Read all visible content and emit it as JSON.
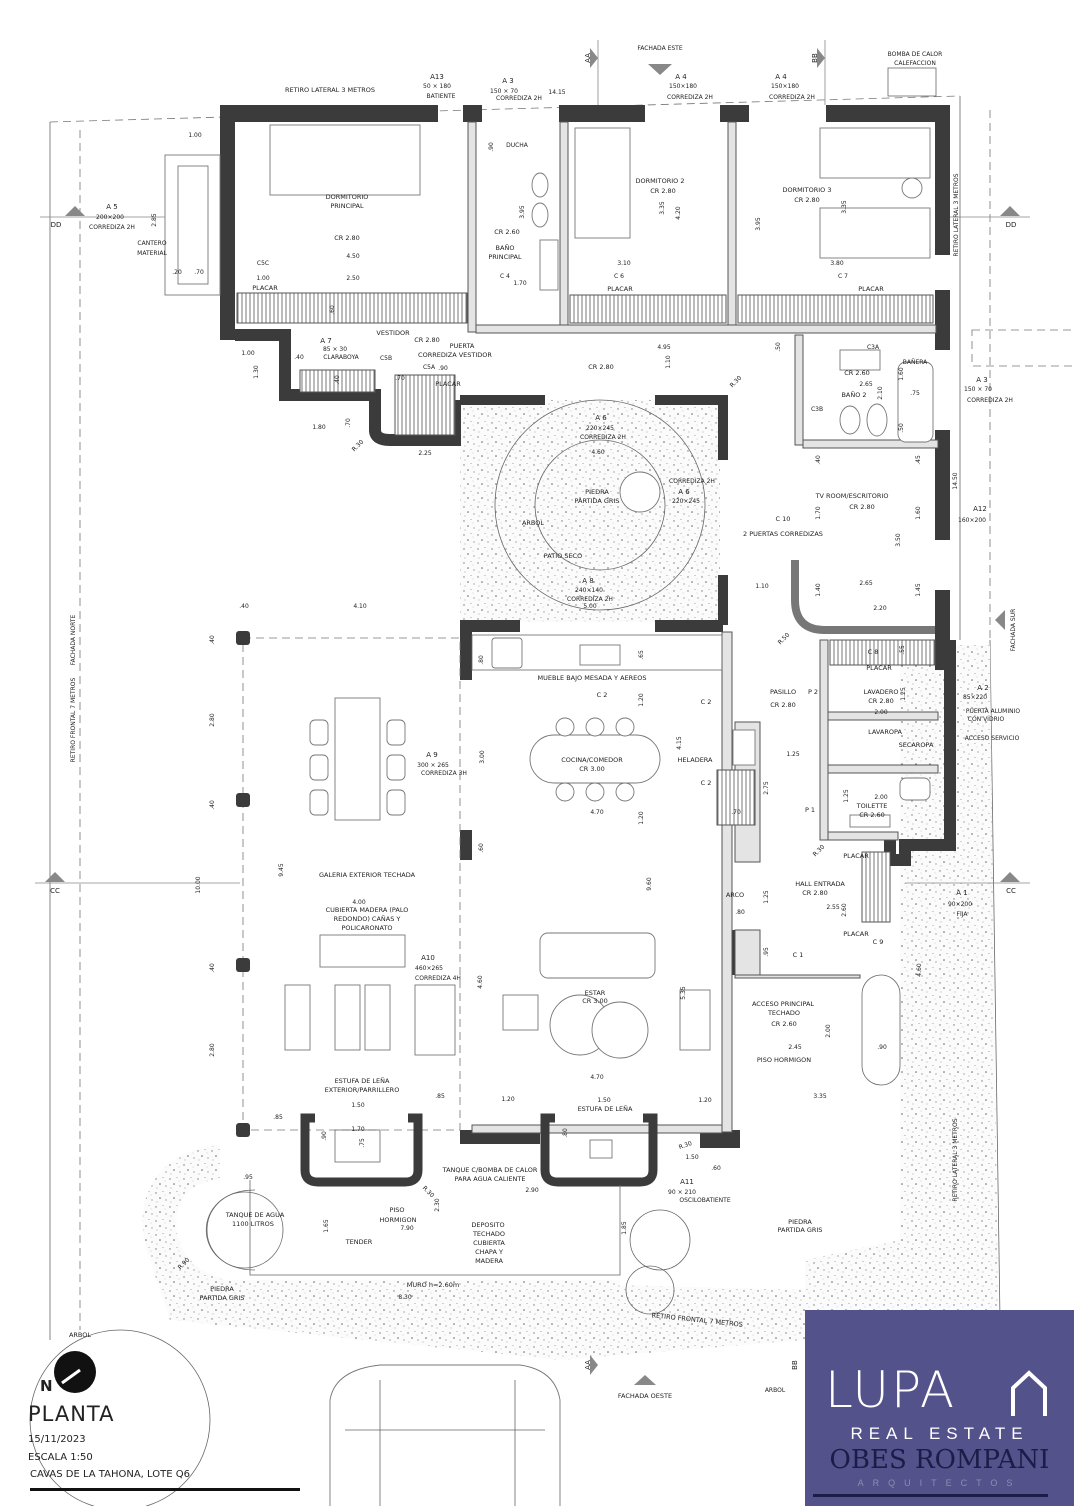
{
  "title_block": {
    "north": "N",
    "title": "PLANTA",
    "date": "15/11/2023",
    "scale": "ESCALA 1:50",
    "location": "CAVAS DE LA TAHONA, LOTE Q6"
  },
  "logo": {
    "brand": "LUPA",
    "tagline": "REAL ESTATE",
    "firm": "OBES ROMPANI",
    "firm_sub": "ARQUITECTOS",
    "bg_color": "#54528a"
  },
  "labels": {
    "retiro_lat_top": "RETIRO LATERAL 3 METROS",
    "a13": "A13",
    "a13_size": "50 × 180",
    "a13_type": "BATIENTE",
    "a3_top": "A 3",
    "a3_top_size": "150 × 70",
    "a3_top_type": "CORREDIZA 2H",
    "dim_1415": "14.15",
    "fachada_este": "FACHADA ESTE",
    "a4_1": "A 4",
    "a4_1_size": "150×180",
    "a4_1_type": "CORREDIZA 2H",
    "a4_2": "A 4",
    "a4_2_size": "150×180",
    "a4_2_type": "CORREDIZA 2H",
    "bomba_1": "BOMBA DE CALOR",
    "bomba_2": "CALEFACCION",
    "aa_top": "AA",
    "bb_top": "BB",
    "aa_bot": "AA",
    "bb_bot": "BB",
    "dd_left": "DD",
    "dd_right": "DD",
    "cc_left": "CC",
    "cc_right": "CC",
    "a5": "A 5",
    "a5_size": "200×200",
    "a5_type": "CORREDIZA 2H",
    "cantero_1": "CANTERO",
    "cantero_2": "MATERIAL",
    "d285": "2.85",
    "d100a": "1.00",
    "d20": ".20",
    "d70a": ".70",
    "dorm_p_1": "DORMITORIO",
    "dorm_p_2": "PRINCIPAL",
    "dorm_p_cr": "CR 2.80",
    "d450": "4.50",
    "d100b": "1.00",
    "d250": "2.50",
    "placar_1": "PLACAR",
    "c5c": "C5C",
    "d60a": ".60",
    "ducha": "DUCHA",
    "d90a": ".90",
    "bano_p_cr": "CR 2.60",
    "bano_p_1": "BAÑO",
    "bano_p_2": "PRINCIPAL",
    "d170a": "1.70",
    "c4": "C 4",
    "d395a": "3.95",
    "dorm2": "DORMITORIO 2",
    "dorm2_cr": "CR 2.80",
    "d310": "3.10",
    "placar_2": "PLACAR",
    "c6": "C 6",
    "d335a": "3.35",
    "d420": "4.20",
    "dorm3": "DORMITORIO 3",
    "dorm3_cr": "CR 2.80",
    "d380": "3.80",
    "placar_3": "PLACAR",
    "c7": "C 7",
    "d395b": "3.95",
    "d335b": "3.35",
    "vestidor": "VESTIDOR",
    "vest_cr": "CR 2.80",
    "puerta": "PUERTA",
    "puerta_corr": "CORREDIZA VESTIDOR",
    "a7": "A 7",
    "a7_size": "85 × 30",
    "claraboya": "CLARABOYA",
    "c5b": "C5B",
    "c5a": "C5A",
    "placar_4": "PLACAR",
    "d100c": "1.00",
    "d130a": "1.30",
    "d180": "1.80",
    "d225": "2.25",
    "d70b": ".70",
    "r30a": "R.30",
    "d40a": ".40",
    "d40b": ".40",
    "d70c": ".70",
    "d90b": ".90",
    "corr_cr": "CR 2.80",
    "d495": "4.95",
    "d110a": "1.10",
    "d50a": ".50",
    "r30b": "R.30",
    "c3a": "C3A",
    "banera": "BAÑERA",
    "bano2_cr": "CR 2.60",
    "d265a": "2.65",
    "bano2": "BAÑO 2",
    "c3b": "C3B",
    "d210": "2.10",
    "d160a": "1.60",
    "d75a": ".75",
    "d50b": ".50",
    "a3_side": "A 3",
    "a3_side_size": "150 × 70",
    "a3_side_type": "CORREDIZA 2H",
    "tv_room": "TV ROOM/ESCRITORIO",
    "tv_cr": "CR 2.80",
    "c10": "C 10",
    "dos_puertas": "2 PUERTAS CORREDIZAS",
    "d170b": "1.70",
    "d160b": "1.60",
    "d350": "3.50",
    "d265b": "2.65",
    "d140": "1.40",
    "d145": "1.45",
    "d220": "2.20",
    "d110b": "1.10",
    "d40c": ".40",
    "d45": ".45",
    "r50": "R.50",
    "d1450": "14.50",
    "a12": "A12",
    "a12_size": "160×200",
    "retiro_lat_right": "RETIRO LATERAL 3 METROS",
    "retiro_lat_right2": "RETIRO LATERAL 3 METROS",
    "a6_1": "A 6",
    "a6_1_size": "220×245",
    "a6_1_type": "CORREDIZA 2H",
    "d460a": "4.60",
    "piedra_1": "PIEDRA",
    "piedra_2": "PARTIDA GRIS",
    "arbol_1": "ARBOL",
    "patio_seco": "PATIO SECO",
    "a6_2_type": "CORREDIZA 2H",
    "a6_2": "A 6",
    "a6_2_size": "220×245",
    "a8": "A 8",
    "a8_size": "240×140",
    "a8_type": "CORREDIZA 2H",
    "d500": "5.00",
    "d40d": ".40",
    "d410": "4.10",
    "fachada_norte": "FACHADA NORTE",
    "retiro_frontal_left": "RETIRO FRONTAL 7 METROS",
    "d280a": "2.80",
    "d40e": ".40",
    "d40f": ".40",
    "d40g": ".40",
    "d280b": "2.80",
    "d1000": "10.00",
    "d945": "9.45",
    "galeria": "GALERIA EXTERIOR TECHADA",
    "d400": "4.00",
    "cubierta_1": "CUBIERTA MADERA (PALO",
    "cubierta_2": "REDONDO) CAÑAS Y",
    "cubierta_3": "POLICARONATO",
    "a9": "A 9",
    "a9_size": "300 × 265",
    "a9_type": "CORREDIZA 3H",
    "a10": "A10",
    "a10_size": "460×265",
    "a10_type": "CORREDIZA 4H",
    "mueble": "MUEBLE BAJO MESADA Y AEREOS",
    "c2a": "C 2",
    "c2b": "C 2",
    "c2c": "C 2",
    "d120a": "1.20",
    "d300": "3.00",
    "cocina": "COCINA/COMEDOR",
    "cocina_cr": "CR 3.00",
    "d415": "4.15",
    "heladera": "HELADERA",
    "d470a": "4.70",
    "d120b": "1.20",
    "d60b": ".60",
    "d80a": ".80",
    "d65": ".65",
    "d960": "9.60",
    "arco": "ARCO",
    "d80b": ".80",
    "estar": "ESTAR",
    "estar_cr": "CR 3.00",
    "d460b": "4.60",
    "d535": "5.35",
    "d470b": "4.70",
    "pasillo": "PASILLO",
    "pasillo_cr": "CR 2.80",
    "p2": "P 2",
    "lavadero": "LAVADERO",
    "lavadero_cr": "CR 2.80",
    "d200a": "2.00",
    "d125a": "1.25",
    "placar_5": "PLACAR",
    "c8": "C 8",
    "d55": ".55",
    "lavaropa": "LAVAROPA",
    "secaropa": "SECAROPA",
    "d125b": "1.25",
    "d275": "2.75",
    "d70d": ".70",
    "p1": "P 1",
    "d125c": "1.25",
    "d200b": "2.00",
    "toilette": "TOILETTE",
    "toilette_cr": "CR 2.60",
    "r30c": "R.30",
    "placar_6": "PLACAR",
    "a2": "A 2",
    "a2_size": "85×220",
    "a2_t1": "PUERTA ALUMINIO",
    "a2_t2": "CON VIDRIO",
    "acceso_servicio": "ACCESO SERVICIO",
    "fachada_sur": "FACHADA SUR",
    "hall": "HALL ENTRADA",
    "hall_cr": "CR 2.80",
    "d125d": "1.25",
    "d255": "2.55",
    "d260": "2.60",
    "placar_7": "PLACAR",
    "c9": "C 9",
    "c1": "C 1",
    "d95a": ".95",
    "a1": "A 1",
    "a1_size": "90×200",
    "a1_type": "FIJA",
    "acceso_1": "ACCESO PRINCIPAL",
    "acceso_2": "TECHADO",
    "acceso_cr": "CR 2.60",
    "d200c": "2.00",
    "d245": "2.45",
    "piso_horm_1": "PISO HORMIGON",
    "d90c": ".90",
    "d460c": "4.60",
    "d335c": "3.35",
    "estufa_ext_1": "ESTUFA DE LEÑA",
    "estufa_ext_2": "EXTERIOR/PARRILLERO",
    "d150a": "1.50",
    "d85a": ".85",
    "d85b": ".85",
    "d170c": "1.70",
    "d90d": ".90",
    "d75b": ".75",
    "d95b": ".95",
    "d120c": "1.20",
    "d150b": "1.50",
    "d120d": "1.20",
    "estufa": "ESTUFA DE LEÑA",
    "d80c": ".80",
    "tanque_bomba_1": "TANQUE C/BOMBA DE CALOR",
    "tanque_bomba_2": "PARA AGUA CALIENTE",
    "d290": "2.90",
    "r30d": "R.30",
    "r30e": "R.30",
    "d150c": "1.50",
    "d60c": ".60",
    "a11": "A11",
    "a11_size": "90 × 210",
    "a11_type": "OSCILOBATIENTE",
    "tanque_agua_1": "TANQUE DE AGUA",
    "tanque_agua_2": "1100 LITROS",
    "d165": "1.65",
    "piso_1": "PISO",
    "piso_2": "HORMIGON",
    "d790": "7.90",
    "d230": "2.30",
    "deposito_1": "DEPOSITO",
    "deposito_2": "TECHADO",
    "deposito_3": "CUBIERTA",
    "deposito_4": "CHAPA Y",
    "deposito_5": "MADERA",
    "tender": "TENDER",
    "d185": "1.85",
    "piedra_r1": "PIEDRA",
    "piedra_r2": "PARTIDA GRIS",
    "muro": "MURO h=2.60m",
    "d830": "8.30",
    "piedra_l1": "PIEDRA",
    "piedra_l2": "PARTIDA GRIS",
    "r90": "R.90",
    "retiro_frontal_bot": "RETIRO FRONTAL 7 METROS",
    "arbol_2": "ARBOL",
    "fachada_oeste": "FACHADA OESTE",
    "arbol_3": "ARBOL"
  }
}
